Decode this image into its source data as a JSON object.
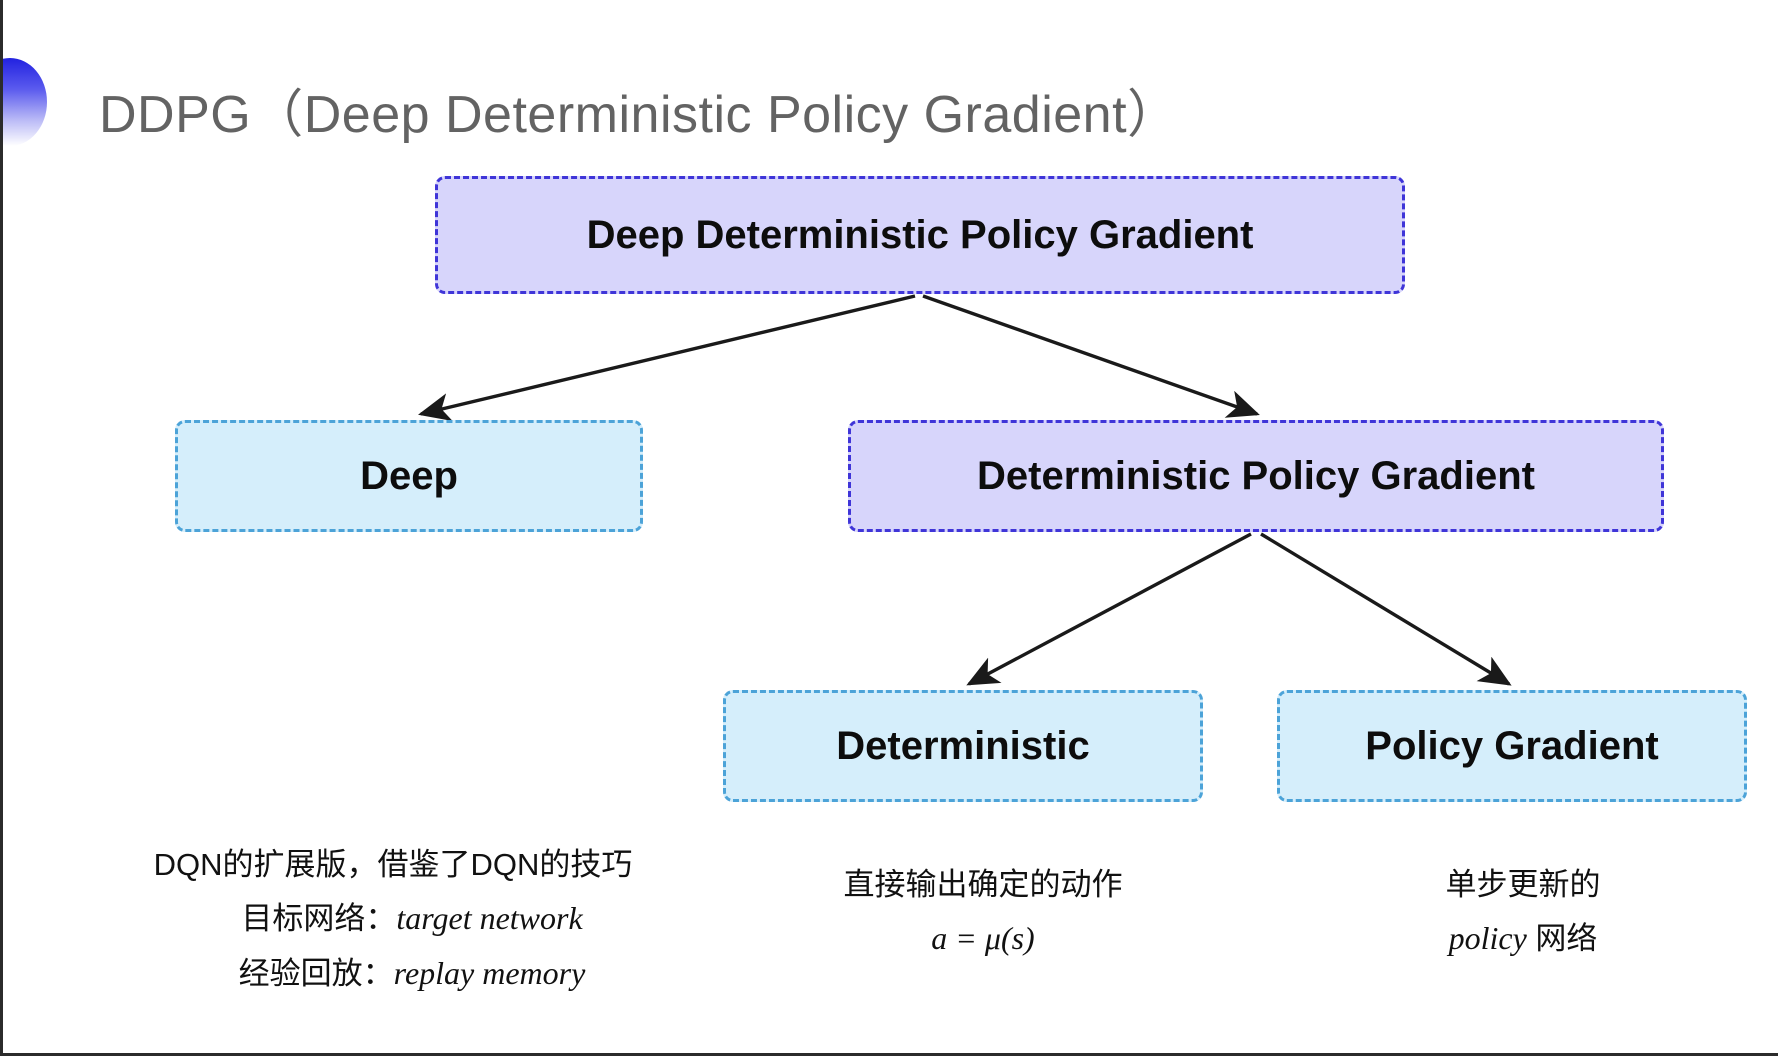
{
  "slide": {
    "title": "DDPG（Deep Deterministic Policy Gradient）",
    "bullet_icon": "gradient-circle-bullet-icon",
    "background_color": "#ffffff",
    "title_color": "#636363"
  },
  "colors": {
    "purple_fill": "#d7d5fb",
    "purple_border": "#3f35d8",
    "cyan_fill": "#d5eefb",
    "cyan_border": "#4ca3d8",
    "arrow": "#1a1a1a",
    "text": "#111111"
  },
  "diagram": {
    "type": "tree",
    "nodes": [
      {
        "id": "root",
        "label": "Deep Deterministic Policy Gradient",
        "style": "purple",
        "level": 0
      },
      {
        "id": "deep",
        "label": "Deep",
        "style": "cyan",
        "level": 1
      },
      {
        "id": "dpg",
        "label": "Deterministic Policy Gradient",
        "style": "purple",
        "level": 1
      },
      {
        "id": "det",
        "label": "Deterministic",
        "style": "cyan",
        "level": 2
      },
      {
        "id": "pg",
        "label": "Policy Gradient",
        "style": "cyan",
        "level": 2
      }
    ],
    "edges": [
      {
        "from": "root",
        "to": "deep",
        "arrow": true
      },
      {
        "from": "root",
        "to": "dpg",
        "arrow": true
      },
      {
        "from": "dpg",
        "to": "det",
        "arrow": true
      },
      {
        "from": "dpg",
        "to": "pg",
        "arrow": true
      }
    ]
  },
  "annotations": {
    "deep": {
      "line1": "DQN的扩展版，借鉴了DQN的技巧",
      "line2_label": "目标网络：",
      "line2_math": "target network",
      "line3_label": "经验回放：",
      "line3_math": "replay memory"
    },
    "deterministic": {
      "line1": "直接输出确定的动作",
      "line2_math": "a = μ(s)"
    },
    "policy_gradient": {
      "line1": "单步更新的",
      "line2_math": "policy",
      "line2_suffix": " 网络"
    }
  }
}
